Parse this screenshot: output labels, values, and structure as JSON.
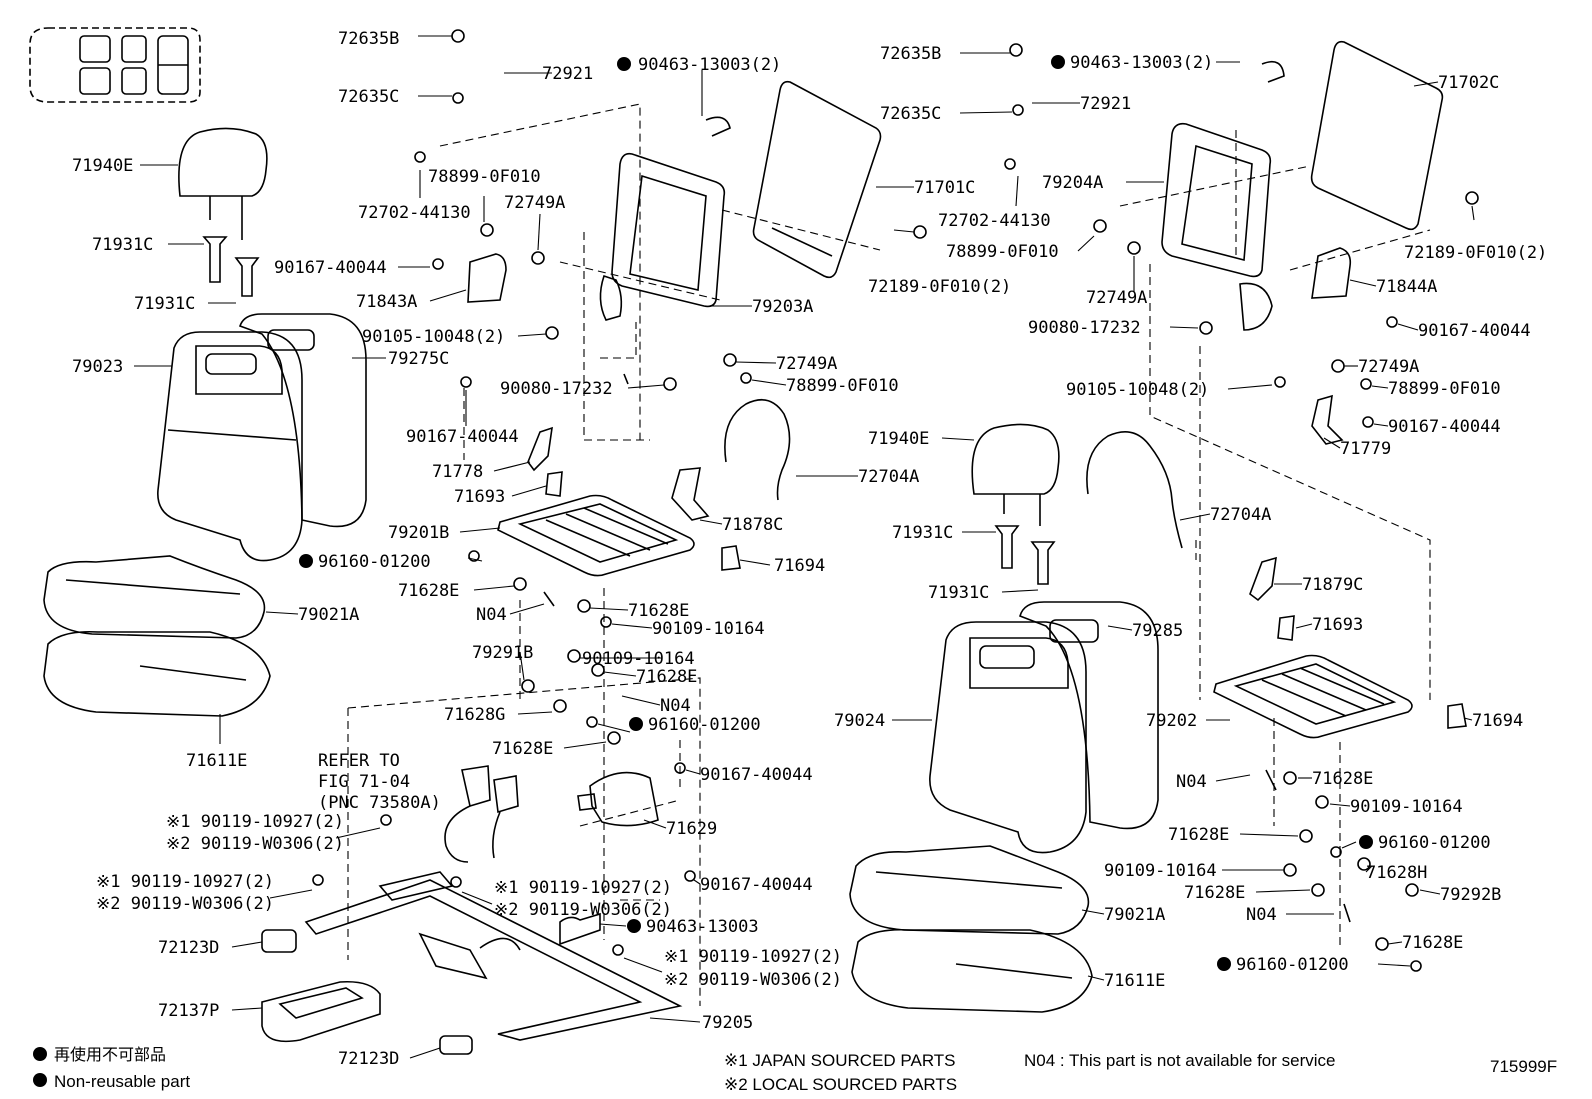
{
  "labels": {
    "l01": "72635B",
    "l02": "72921",
    "l03": "72635C",
    "l04": "71940E",
    "l05": "71931C",
    "l06": "71931C",
    "l07": "90463-13003(2)",
    "l08": "71701C",
    "l09": "78899-0F010",
    "l10": "72749A",
    "l11": "72702-44130",
    "l12": "90167-40044",
    "l13": "71843A",
    "l14": "90105-10048(2)",
    "l15": "79203A",
    "l16": "72189-0F010(2)",
    "l17": "79023",
    "l18": "79275C",
    "l19": "72749A",
    "l20": "78899-0F010",
    "l21": "90080-17232",
    "l22": "90167-40044",
    "l23": "71778",
    "l24": "71693",
    "l25": "72704A",
    "l26": "79201B",
    "l27": "71878C",
    "l28": "96160-01200",
    "l29": "71694",
    "l30": "71628E",
    "l31": "79021A",
    "l32": "N04",
    "l33": "71628E",
    "l34": "90109-10164",
    "l35": "79291B",
    "l36": "90109-10164",
    "l37": "71628E",
    "l38": "N04",
    "l39": "71628G",
    "l40": "96160-01200",
    "l41": "71611E",
    "l42": "71628E",
    "l43": "72635B",
    "l44": "90463-13003(2)",
    "l45": "71702C",
    "l46": "72921",
    "l47": "72635C",
    "l48": "79204A",
    "l49": "72702-44130",
    "l50": "72189-0F010(2)",
    "l51": "78899-0F010",
    "l52": "72749A",
    "l53": "71844A",
    "l54": "90080-17232",
    "l55": "90167-40044",
    "l56": "72749A",
    "l57": "90105-10048(2)",
    "l58": "78899-0F010",
    "l59": "90167-40044",
    "l60": "71779",
    "l61": "71940E",
    "l62": "72704A",
    "l63": "71931C",
    "l64": "71931C",
    "l65": "71879C",
    "l66": "71693",
    "l67": "79285",
    "l68": "79024",
    "l69": "79202",
    "l70": "71694",
    "l71": "N04",
    "l72": "71628E",
    "l73": "90109-10164",
    "l74": "71628E",
    "l75": "96160-01200",
    "l76": "90109-10164",
    "l77": "71628H",
    "l78": "71628E",
    "l79": "79292B",
    "l80": "N04",
    "l81": "79021A",
    "l82": "71628E",
    "l83": "96160-01200",
    "l84": "71611E",
    "l85": "90167-40044",
    "l86": "71629",
    "l87": "90167-40044",
    "l88": "90463-13003",
    "l89": "72123D",
    "l90": "72137P",
    "l91": "72123D",
    "l92": "79205"
  },
  "refer": {
    "line1": "REFER TO",
    "line2": "FIG 71-04",
    "line3": "(PNC 73580A)"
  },
  "bolts": {
    "b1a": "※1 90119-10927(2)",
    "b1b": "※2 90119-W0306(2)",
    "b2a": "※1 90119-10927(2)",
    "b2b": "※2 90119-W0306(2)",
    "b3a": "※1 90119-10927(2)",
    "b3b": "※2 90119-W0306(2)",
    "b4a": "※1 90119-10927(2)",
    "b4b": "※2 90119-W0306(2)"
  },
  "legend": {
    "jp_nonreusable": "再使用不可部品",
    "nonreusable": "Non-reusable part",
    "japan": "※1  JAPAN SOURCED PARTS",
    "local": "※2  LOCAL SOURCED PARTS",
    "n04": "N04 : This part is not available for service"
  },
  "figure_id": "715999F",
  "colors": {
    "ink": "#000000",
    "paper": "#ffffff"
  }
}
